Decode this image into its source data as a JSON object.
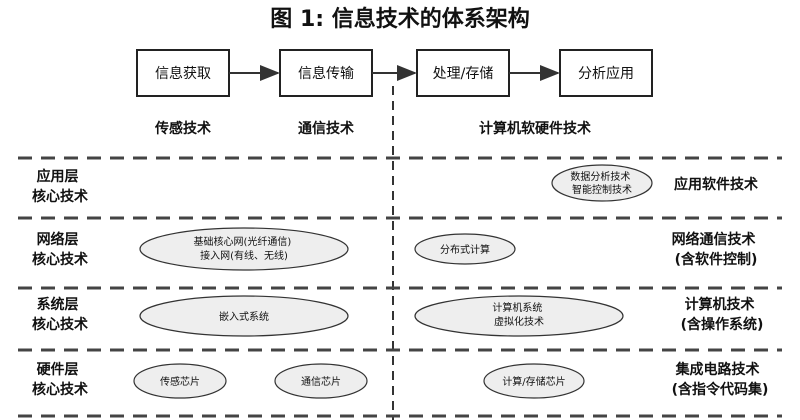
{
  "title": "图 1:  信息技术的体系架构",
  "flow": {
    "boxes": [
      "信息获取",
      "信息传输",
      "处理/存储",
      "分析应用"
    ],
    "categories": [
      "传感技术",
      "通信技术",
      "计算机软硬件技术"
    ]
  },
  "layers": [
    {
      "id": "app",
      "name": [
        "应用层",
        "核心技术"
      ],
      "right": [
        "应用软件技术"
      ],
      "ellipses": [
        {
          "key": "data",
          "lines": [
            "数据分析技术",
            "智能控制技术"
          ]
        }
      ]
    },
    {
      "id": "net",
      "name": [
        "网络层",
        "核心技术"
      ],
      "right": [
        "网络通信技术",
        "(含软件控制)"
      ],
      "ellipses": [
        {
          "key": "backbone",
          "lines": [
            "基础核心网(光纤通信)",
            "接入网(有线、无线)"
          ]
        },
        {
          "key": "distributed",
          "lines": [
            "分布式计算"
          ]
        }
      ]
    },
    {
      "id": "sys",
      "name": [
        "系统层",
        "核心技术"
      ],
      "right": [
        "计算机技术",
        "(含操作系统)"
      ],
      "ellipses": [
        {
          "key": "embedded",
          "lines": [
            "嵌入式系统"
          ]
        },
        {
          "key": "computer",
          "lines": [
            "计算机系统",
            "虚拟化技术"
          ]
        }
      ]
    },
    {
      "id": "hw",
      "name": [
        "硬件层",
        "核心技术"
      ],
      "right": [
        "集成电路技术",
        "(含指令代码集)"
      ],
      "ellipses": [
        {
          "key": "sensor",
          "lines": [
            "传感芯片"
          ]
        },
        {
          "key": "comm",
          "lines": [
            "通信芯片"
          ]
        },
        {
          "key": "compute",
          "lines": [
            "计算/存储芯片"
          ]
        }
      ]
    }
  ],
  "colors": {
    "ellipse_fill": "#eeeeee",
    "line": "#333333",
    "text": "#111111"
  }
}
